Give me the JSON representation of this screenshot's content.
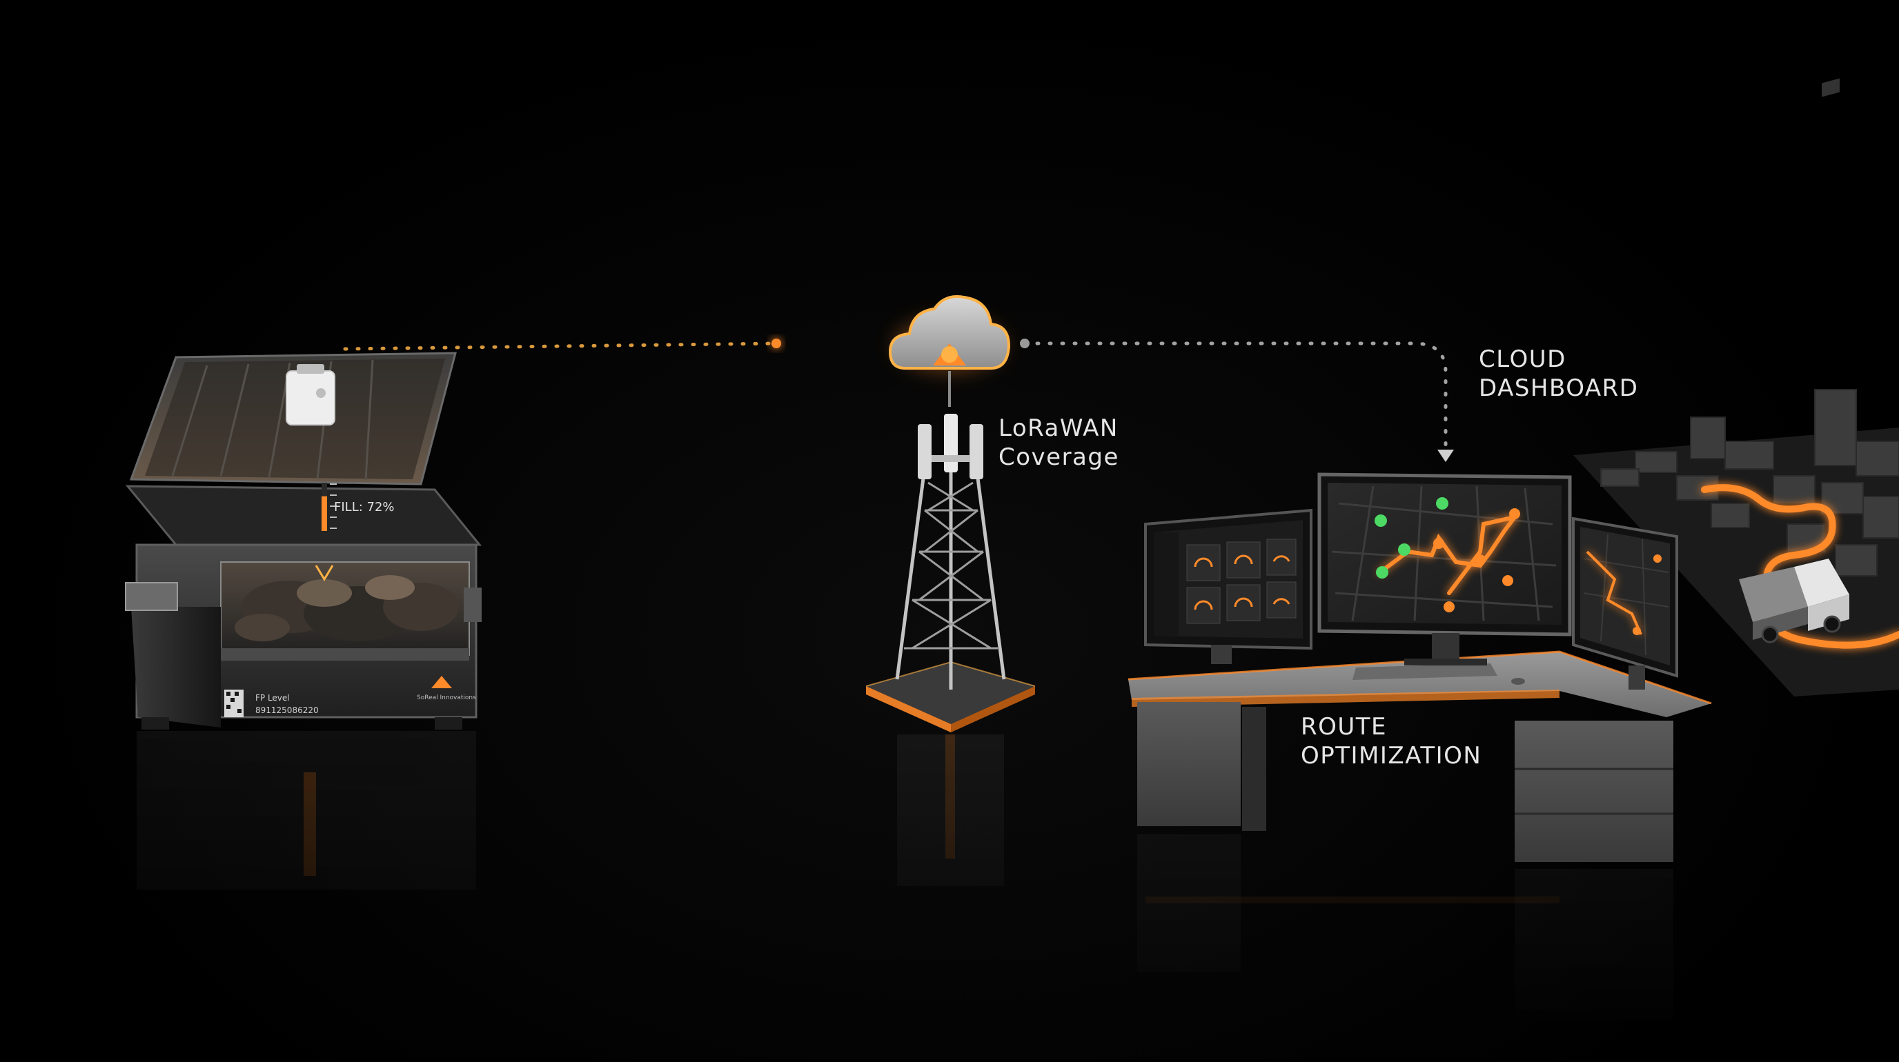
{
  "colors": {
    "background": "#000000",
    "accent_orange": "#ff8a2a",
    "glow_orange": "#ffb347",
    "label_text": "#e6e6e6",
    "map_green": "#4cd964",
    "metal_dark": "#2b2b2b",
    "metal_light": "#8a8a8a"
  },
  "labels": {
    "lorawan": "LoRaWAN\nCoverage",
    "cloud_dashboard": "CLOUD\nDASHBOARD",
    "route_optimization": "ROUTE\nOPTIMIZATION"
  },
  "bin": {
    "fill_readout": "FILL: 72%",
    "fill_level": 0.72,
    "plate_title": "FP Level",
    "plate_serial": "891125086220",
    "brand": "SoReal Innovations"
  },
  "icons": {
    "cloud": "cloud-icon",
    "tower": "cell-tower-icon",
    "bin": "smart-bin-icon",
    "sensor": "fill-sensor-icon",
    "workstation": "monitor-desk-icon",
    "truck": "garbage-truck-icon"
  }
}
